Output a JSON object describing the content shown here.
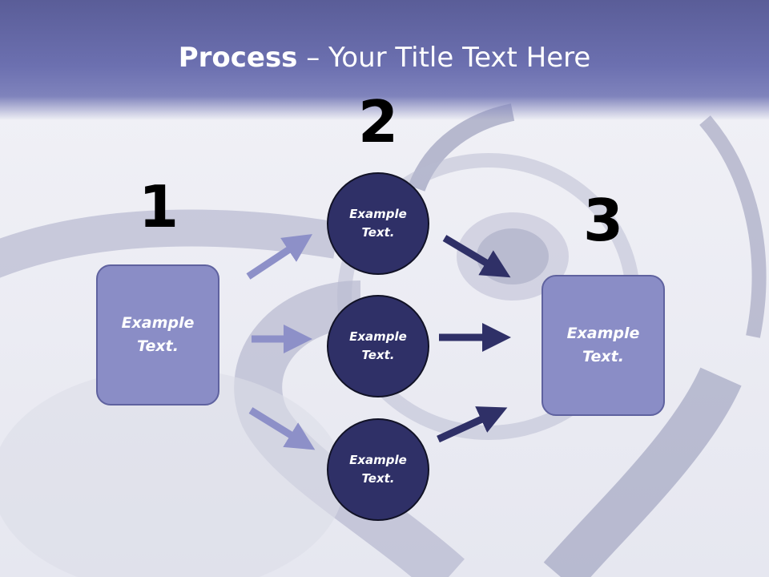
{
  "title": {
    "bold": "Process",
    "rest": " – Your Title Text Here"
  },
  "steps": [
    {
      "number": "1",
      "label": "Example\nText."
    },
    {
      "number": "2",
      "labels": [
        "Example\nText.",
        "Example\nText.",
        "Example\nText."
      ]
    },
    {
      "number": "3",
      "label": "Example\nText."
    }
  ],
  "colors": {
    "title_band": "#6c70b0",
    "box_fill": "#8a8dc6",
    "circle_fill": "#2f3067",
    "light_arrow": "#8d90c8",
    "dark_arrow": "#2f3067"
  }
}
